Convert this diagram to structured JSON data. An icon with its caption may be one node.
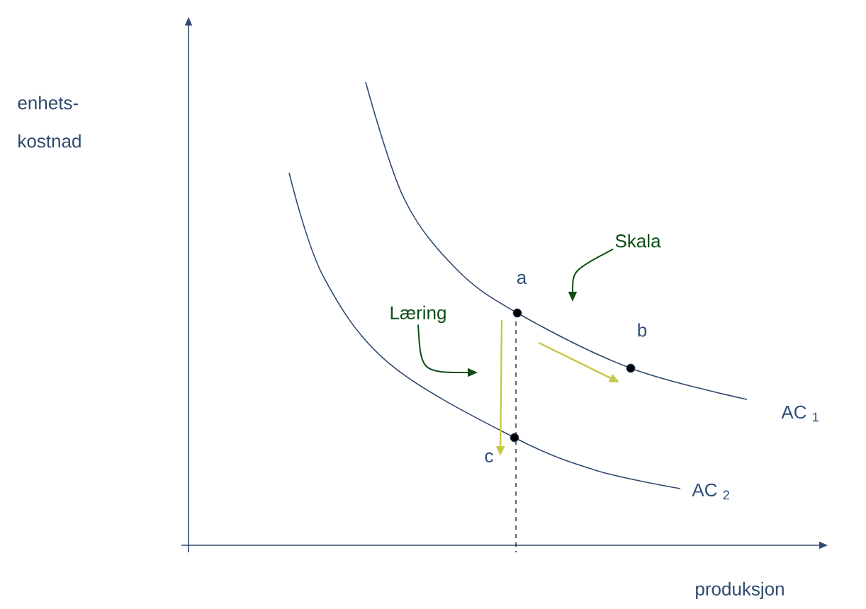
{
  "diagram": {
    "nodes": [
      {
        "text": [
          "Skala"
        ]
      },
      {
        "text": [],
        "shape": "circle",
        "beside": [
          "a"
        ]
      },
      {
        "text": [
          "Læring"
        ]
      },
      {
        "text": [],
        "shape": "circle",
        "beside": [
          "b"
        ]
      },
      {
        "text": [],
        "shape": "circle",
        "beside": [
          "c"
        ]
      }
    ],
    "edges": [
      {
        "from": 1,
        "to": 3,
        "arrow": "to",
        "color": "#c8c84a"
      },
      {
        "from": 1,
        "to": 4,
        "arrow": "to",
        "color": "#c8c84a"
      },
      {
        "from": 0,
        "to": null,
        "arrow": "to",
        "color": "#0e4e14"
      },
      {
        "from": 2,
        "to": null,
        "arrow": "to",
        "color": "#0e4e14"
      }
    ],
    "labels": [
      "enhets- kostnad",
      "produksjon",
      "AC $_{1}$",
      "AC $_{2}$"
    ]
  }
}
